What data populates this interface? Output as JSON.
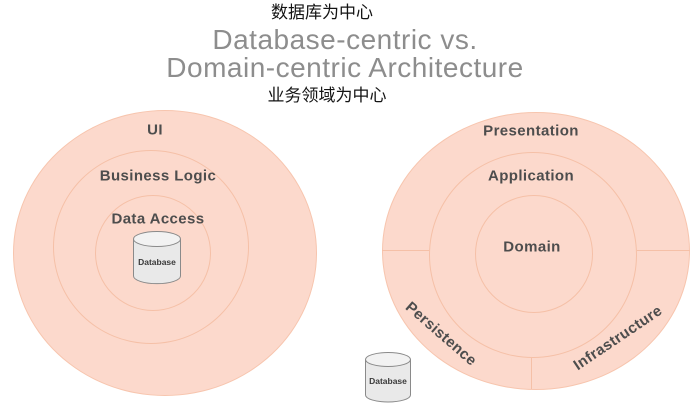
{
  "header": {
    "zh_top": "数据库为中心",
    "title_line1": "Database-centric vs.",
    "title_line2": "Domain-centric Architecture",
    "zh_bottom": "业务领域为中心"
  },
  "colors": {
    "circle_fill": "#fcd9cc",
    "circle_stroke": "#f5c0a7",
    "title_gray": "#8d8d8d",
    "label_dark": "#4d4d4d",
    "zh_text": "#141414",
    "cylinder_fill": "#e9e9e9",
    "cylinder_top_fill": "#f2f2f2",
    "cylinder_stroke": "#8a8a8a"
  },
  "left_diagram": {
    "name": "database-centric architecture",
    "layers": [
      {
        "label": "UI"
      },
      {
        "label": "Business Logic"
      },
      {
        "label": "Data Access"
      }
    ],
    "database_label": "Database"
  },
  "right_diagram": {
    "name": "domain-centric architecture",
    "layers": [
      {
        "label": "Presentation"
      },
      {
        "label": "Application"
      },
      {
        "label": "Domain"
      }
    ],
    "outer_sectors": [
      {
        "label": "Persistence"
      },
      {
        "label": "Infrastructure"
      }
    ],
    "database_label": "Database"
  }
}
